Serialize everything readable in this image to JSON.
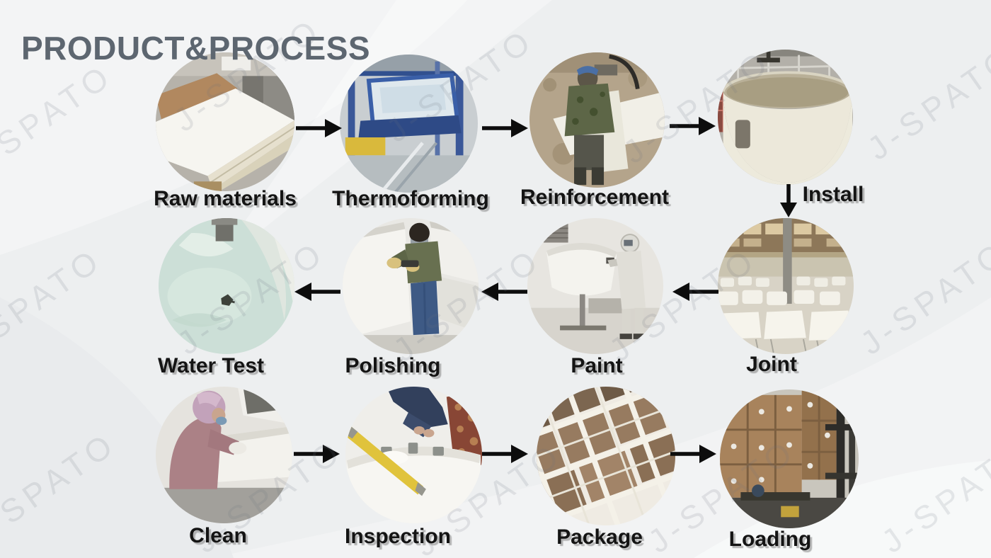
{
  "title": "PRODUCT&PROCESS",
  "watermark": "J-SPATO",
  "steps": [
    {
      "id": "raw-materials",
      "label": "Raw materials"
    },
    {
      "id": "thermoforming",
      "label": "Thermoforming"
    },
    {
      "id": "reinforcement",
      "label": "Reinforcement"
    },
    {
      "id": "install",
      "label": "Install"
    },
    {
      "id": "joint",
      "label": "Joint"
    },
    {
      "id": "paint",
      "label": "Paint"
    },
    {
      "id": "polishing",
      "label": "Polishing"
    },
    {
      "id": "water-test",
      "label": "Water Test"
    },
    {
      "id": "clean",
      "label": "Clean"
    },
    {
      "id": "inspection",
      "label": "Inspection"
    },
    {
      "id": "package",
      "label": "Package"
    },
    {
      "id": "loading",
      "label": "Loading"
    }
  ]
}
